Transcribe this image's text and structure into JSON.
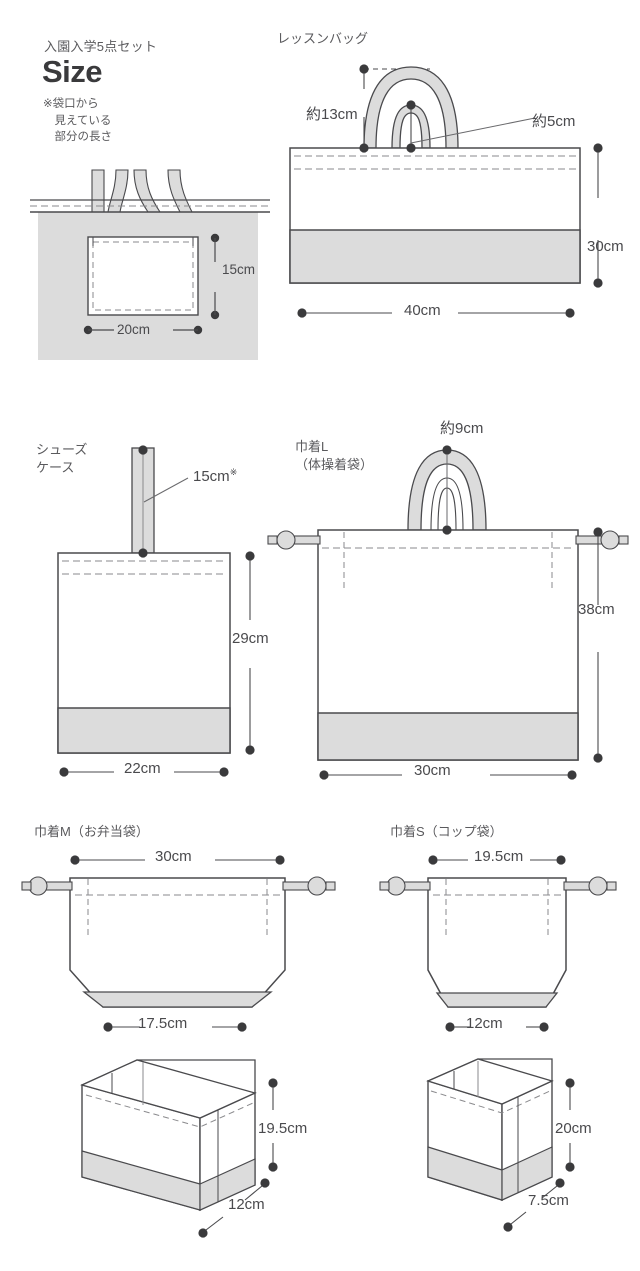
{
  "header": {
    "subtitle": "入園入学5点セット",
    "title": "Size",
    "note": "※袋口から\n　見えている\n　部分の長さ"
  },
  "colors": {
    "outline": "#4a4a4d",
    "fabric_white": "#ffffff",
    "fabric_gray": "#dcdcdc",
    "panel_gray": "#dcdcdc",
    "dot": "#3a3a3c",
    "text": "#4a4a4d",
    "dash": "#8a8a8d"
  },
  "pocket_detail": {
    "width_label": "20cm",
    "height_label": "15cm"
  },
  "items": [
    {
      "key": "lesson_bag",
      "title": "レッスンバッグ",
      "handle_outer": "約13cm",
      "handle_inner": "約5cm",
      "width": "40cm",
      "height": "30cm"
    },
    {
      "key": "shoes_case",
      "title": "シューズ\nケース",
      "strap": "15cm",
      "strap_mark": "※",
      "width": "22cm",
      "height": "29cm"
    },
    {
      "key": "kinchaku_l",
      "title": "巾着L\n（体操着袋）",
      "handle": "約9cm",
      "width": "30cm",
      "height": "38cm"
    },
    {
      "key": "kinchaku_m",
      "title": "巾着M（お弁当袋）",
      "top_width": "30cm",
      "bottom_width": "17.5cm",
      "box_height": "19.5cm",
      "box_depth": "12cm"
    },
    {
      "key": "kinchaku_s",
      "title": "巾着S（コップ袋）",
      "top_width": "19.5cm",
      "bottom_width": "12cm",
      "box_height": "20cm",
      "box_depth": "7.5cm"
    }
  ]
}
